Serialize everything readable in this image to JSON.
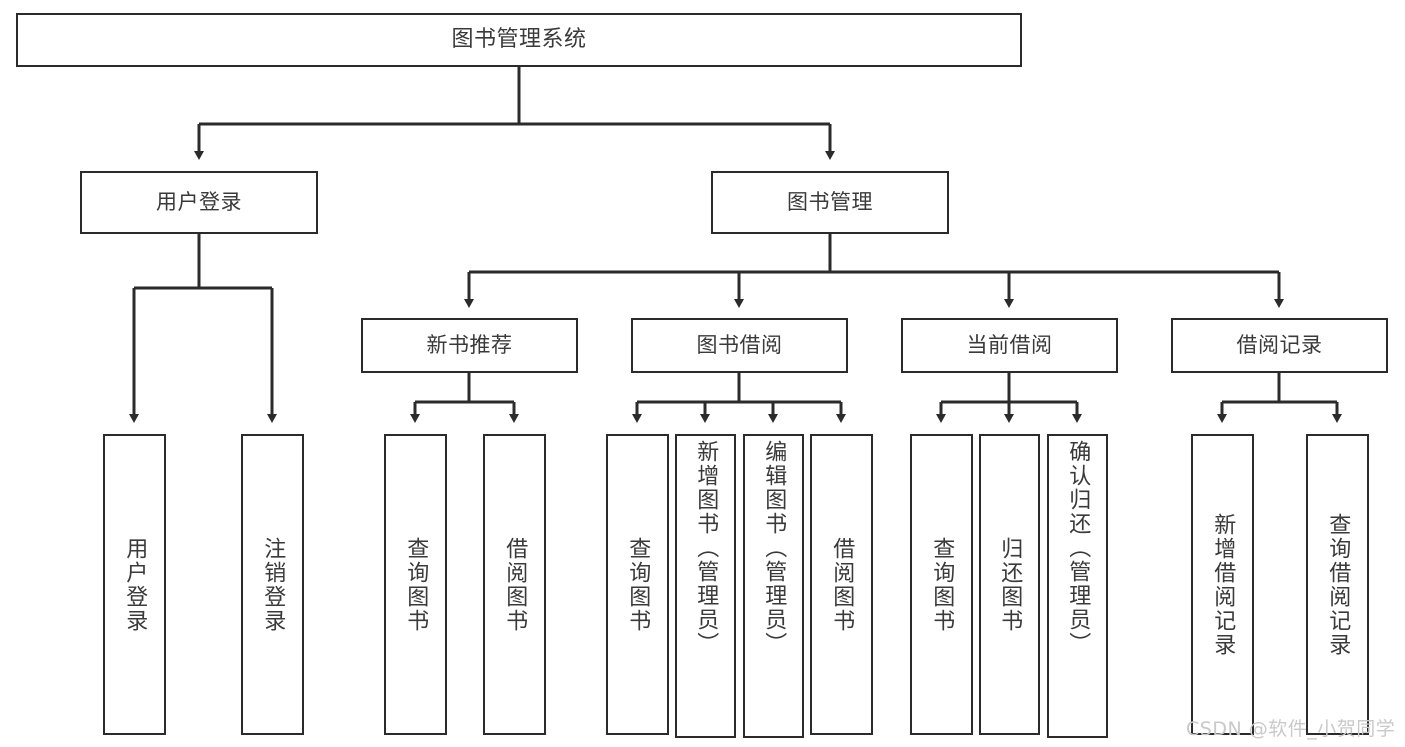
{
  "diagram": {
    "title": "图书管理系统",
    "type": "tree-hierarchy",
    "stroke_color": "#2b2b2b",
    "text_color": "#3a3a3a",
    "background": "#ffffff",
    "levels": {
      "root": [
        "图书管理系统"
      ],
      "level2": [
        "用户登录",
        "图书管理"
      ],
      "level3": [
        "新书推荐",
        "图书借阅",
        "当前借阅",
        "借阅记录"
      ],
      "leaves": [
        "用户登录",
        "注销登录",
        "查询图书",
        "借阅图书",
        "查询图书",
        "新增图书（管理员）",
        "编辑图书（管理员）",
        "借阅图书",
        "查询图书",
        "归还图书",
        "确认归还（管理员）",
        "新增借阅记录",
        "查询借阅记录"
      ]
    }
  },
  "nodes": {
    "root": {
      "label": "图书管理系统"
    },
    "user_login": {
      "label": "用户登录"
    },
    "book_manage": {
      "label": "图书管理"
    },
    "new_book_rec": {
      "label": "新书推荐"
    },
    "book_borrow": {
      "label": "图书借阅"
    },
    "current_borrow": {
      "label": "当前借阅"
    },
    "borrow_record": {
      "label": "借阅记录"
    },
    "leaf_user_login": {
      "label": "用户登录"
    },
    "leaf_logout": {
      "label": "注销登录"
    },
    "leaf_query_book_1": {
      "label": "查询图书"
    },
    "leaf_borrow_book_1": {
      "label": "借阅图书"
    },
    "leaf_query_book_2": {
      "label": "查询图书"
    },
    "leaf_add_book": {
      "label": "新增图书（管理员）"
    },
    "leaf_edit_book": {
      "label": "编辑图书（管理员）"
    },
    "leaf_borrow_book_2": {
      "label": "借阅图书"
    },
    "leaf_query_book_3": {
      "label": "查询图书"
    },
    "leaf_return_book": {
      "label": "归还图书"
    },
    "leaf_confirm_return": {
      "label": "确认归还（管理员）"
    },
    "leaf_add_record": {
      "label": "新增借阅记录"
    },
    "leaf_query_record": {
      "label": "查询借阅记录"
    }
  },
  "watermark": {
    "text": "CSDN @软件_小贺同学",
    "color": "#c9c9c9"
  }
}
